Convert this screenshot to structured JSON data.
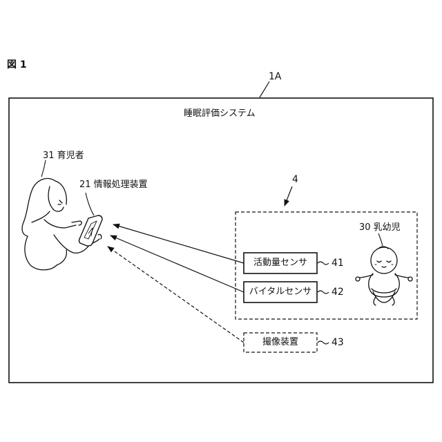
{
  "figure_label": "図 1",
  "system": {
    "ref": "1A",
    "title": "睡眠評価システム"
  },
  "caregiver": {
    "label": "31 育児者"
  },
  "device": {
    "label": "21 情報処理装置"
  },
  "sensor_group": {
    "ref": "4"
  },
  "infant": {
    "label": "30 乳幼児"
  },
  "components": [
    {
      "label": "活動量センサ",
      "ref": "41"
    },
    {
      "label": "バイタルセンサ",
      "ref": "42"
    },
    {
      "label": "撮像装置",
      "ref": "43"
    }
  ]
}
